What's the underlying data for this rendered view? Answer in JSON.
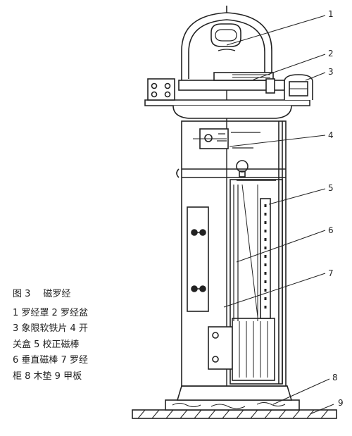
{
  "figure": {
    "number": "图 3",
    "title": "磁罗经",
    "legend_lines": [
      "1 罗经罩  2 罗经盆",
      "3 象限软铁片  4 开",
      "关盒  5 校正磁棒",
      "6 垂直磁棒  7 罗经",
      "柜  8 木垫  9 甲板"
    ]
  },
  "callouts": [
    "1",
    "2",
    "3",
    "4",
    "5",
    "6",
    "7",
    "8",
    "9"
  ]
}
